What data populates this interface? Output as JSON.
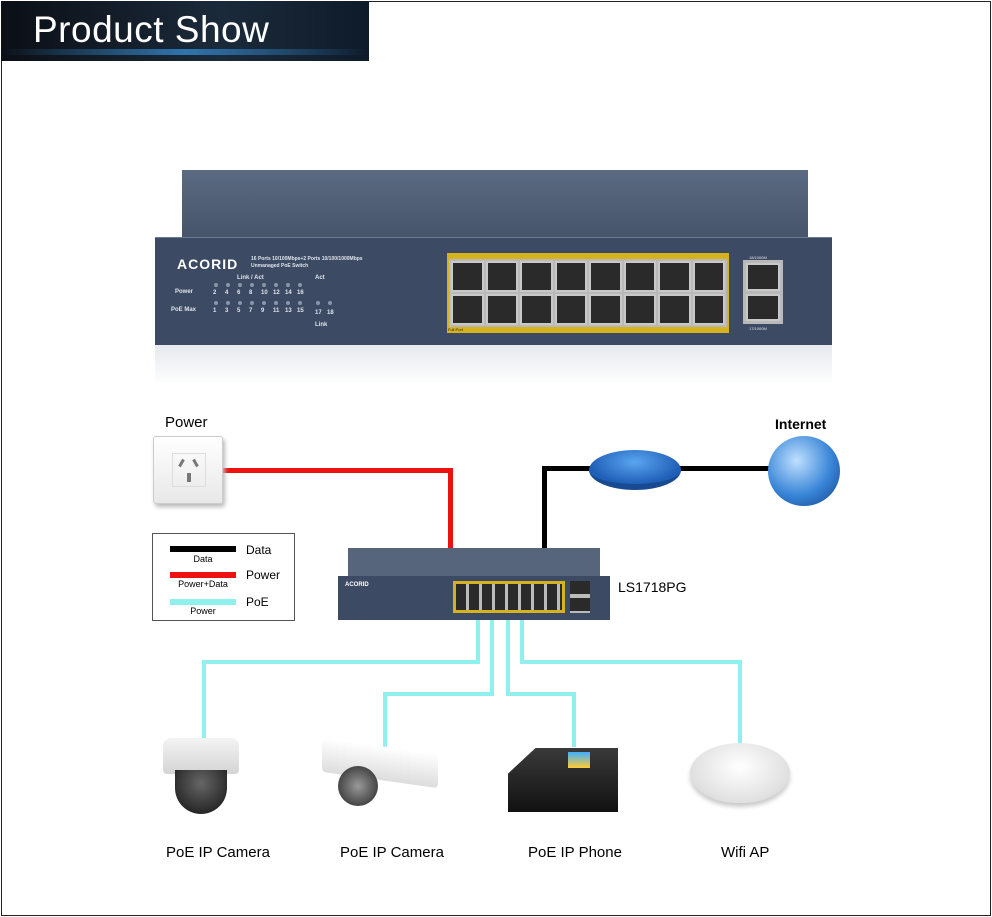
{
  "header": {
    "title": "Product Show"
  },
  "switch": {
    "brand": "ACORID",
    "description": [
      "16 Ports 10/100Mbps+2 Ports 10/100/1000Mbps",
      "Unmanaged PoE Switch"
    ],
    "led_labels": {
      "power": "Power",
      "poe_max": "PoE Max",
      "link_act": "Link / Act",
      "act": "Act",
      "link": "Link"
    },
    "top_ports": [
      "2",
      "4",
      "6",
      "8",
      "10",
      "12",
      "14",
      "16"
    ],
    "bottom_ports": [
      "1",
      "3",
      "5",
      "7",
      "9",
      "11",
      "13",
      "15"
    ],
    "uplink_ports": [
      "17",
      "18"
    ],
    "uplink_top": "18/1000M",
    "uplink_bottom": "17/1000M",
    "full_port": "Full Port"
  },
  "diagram": {
    "power_label": "Power",
    "internet_label": "Internet",
    "model": "LS1718PG",
    "legend": [
      {
        "title": "Data",
        "sub": "Data",
        "color": "#000000"
      },
      {
        "title": "Power",
        "sub": "Power+Data",
        "color": "#ee1111"
      },
      {
        "title": "PoE",
        "sub": "Power",
        "color": "#8ff0ee"
      }
    ],
    "devices": [
      "PoE IP Camera",
      "PoE IP Camera",
      "PoE IP Phone",
      "Wifi AP"
    ]
  }
}
